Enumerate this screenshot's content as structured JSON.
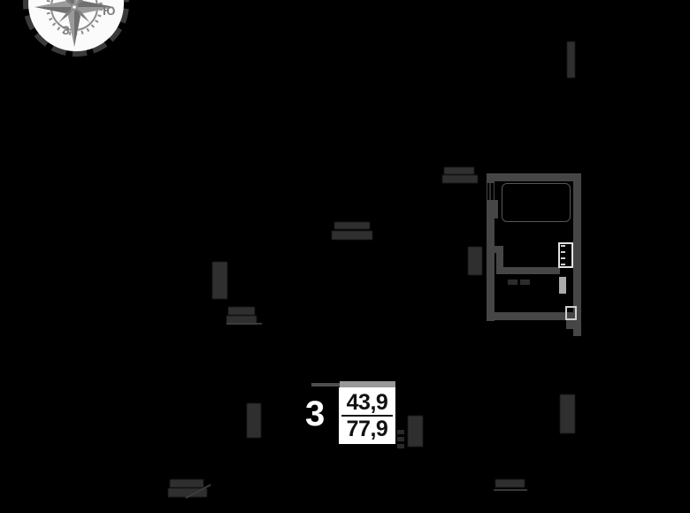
{
  "app": {
    "background_color": "#000000"
  },
  "compass": {
    "south_label": "Ю",
    "west_label": "З",
    "circle_color": "#fbfbfb",
    "rose_color": "#8d8d8d"
  },
  "apartment_label": {
    "rooms": "3",
    "living_area": "43,9",
    "total_area": "77,9"
  },
  "plan": {
    "wall_color": "#464646",
    "highlight_color": "#e2e2e2",
    "door_color": "#ababab"
  },
  "illegible_labels": {
    "count": 12,
    "note": "faint dark-gray room labels too dark to read against black background"
  }
}
